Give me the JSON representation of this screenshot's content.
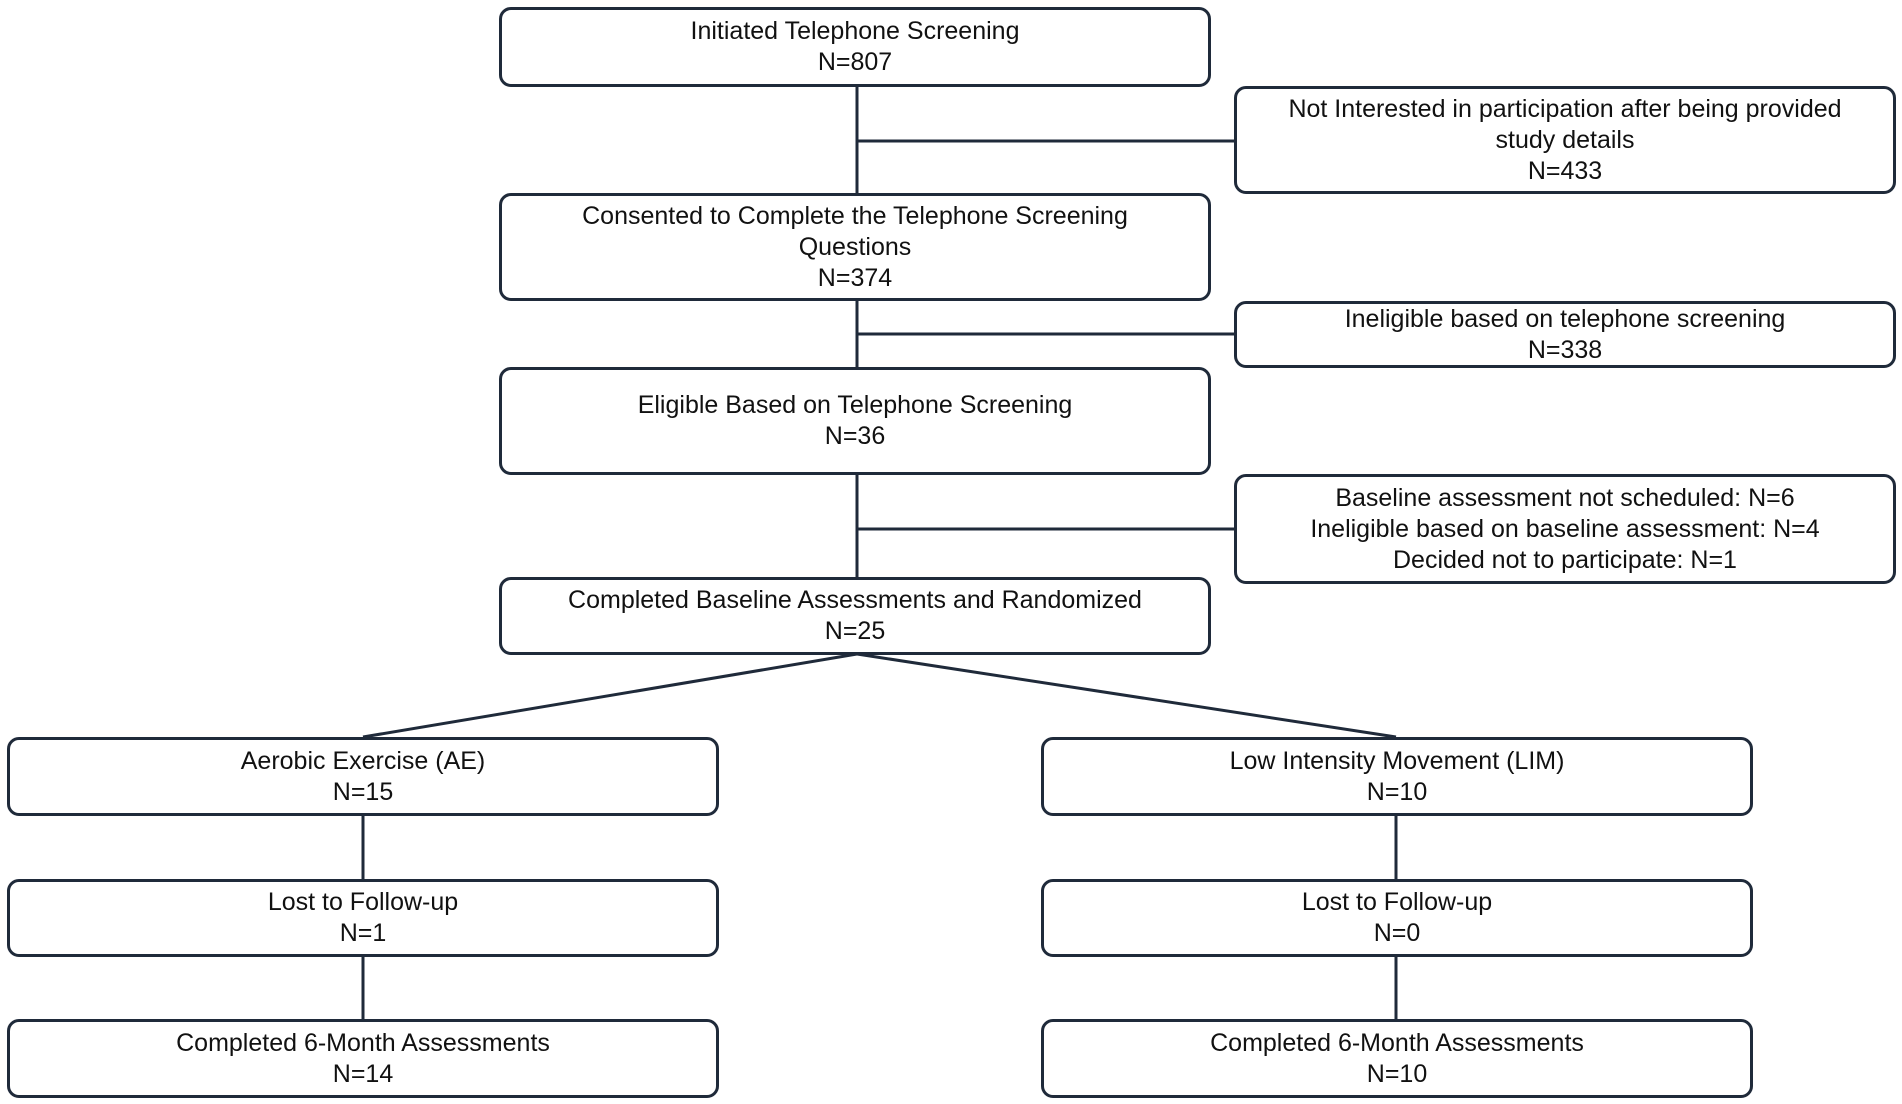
{
  "diagram": {
    "initiated": {
      "lines": [
        "Initiated Telephone Screening",
        "N=807"
      ]
    },
    "not_interested": {
      "lines": [
        "Not Interested in participation after being provided",
        "study details",
        "N=433"
      ]
    },
    "consented": {
      "lines": [
        "Consented to Complete the Telephone Screening",
        "Questions",
        "N=374"
      ]
    },
    "ineligible_phone": {
      "lines": [
        "Ineligible based on telephone screening",
        "N=338"
      ]
    },
    "eligible": {
      "lines": [
        "Eligible Based on Telephone Screening",
        "N=36"
      ]
    },
    "baseline_exclusions": {
      "lines": [
        "Baseline assessment not scheduled: N=6",
        "Ineligible based on baseline assessment: N=4",
        "Decided not to participate: N=1"
      ]
    },
    "randomized": {
      "lines": [
        "Completed Baseline Assessments and Randomized",
        "N=25"
      ]
    },
    "ae": {
      "lines": [
        "Aerobic Exercise (AE)",
        "N=15"
      ]
    },
    "lim": {
      "lines": [
        "Low Intensity Movement (LIM)",
        "N=10"
      ]
    },
    "ae_lost": {
      "lines": [
        "Lost to Follow-up",
        "N=1"
      ]
    },
    "lim_lost": {
      "lines": [
        "Lost to Follow-up",
        "N=0"
      ]
    },
    "ae_completed": {
      "lines": [
        "Completed 6-Month Assessments",
        "N=14"
      ]
    },
    "lim_completed": {
      "lines": [
        "Completed 6-Month Assessments",
        "N=10"
      ]
    }
  },
  "colors": {
    "stroke": "#1f2a3a",
    "text": "#111111"
  }
}
